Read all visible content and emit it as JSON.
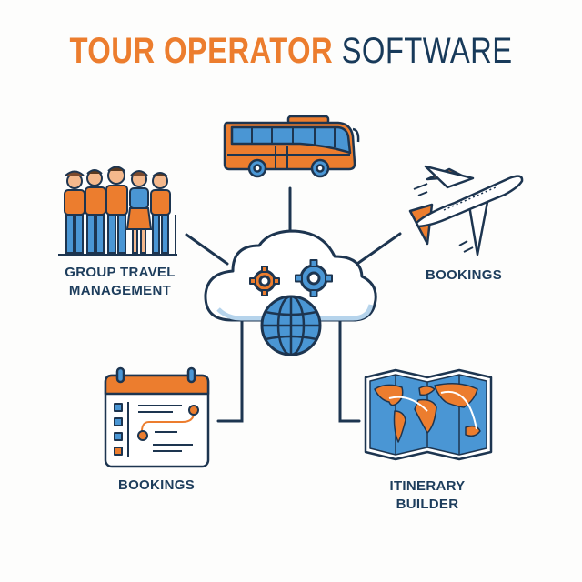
{
  "title": {
    "part1": "TOUR OPERATOR",
    "part2": "SOFTWARE"
  },
  "colors": {
    "orange": "#ec7d2e",
    "navy": "#183a5a",
    "blue": "#4a96d4",
    "light_blue": "#d8e9f5"
  },
  "hub": {
    "icon": "cloud-gears-globe-icon"
  },
  "nodes": [
    {
      "id": "transport",
      "icon": "bus-icon",
      "label": ""
    },
    {
      "id": "group",
      "icon": "travel-group-icon",
      "label_line1": "GROUP TRAVEL",
      "label_line2": "MANAGEMENT"
    },
    {
      "id": "flights",
      "icon": "airplane-icon",
      "label": "BOOKINGS"
    },
    {
      "id": "calendar",
      "icon": "calendar-icon",
      "label": "BOOKINGS"
    },
    {
      "id": "itinerary",
      "icon": "world-map-icon",
      "label_line1": "ITINERARY",
      "label_line2": "BUILDER"
    }
  ]
}
